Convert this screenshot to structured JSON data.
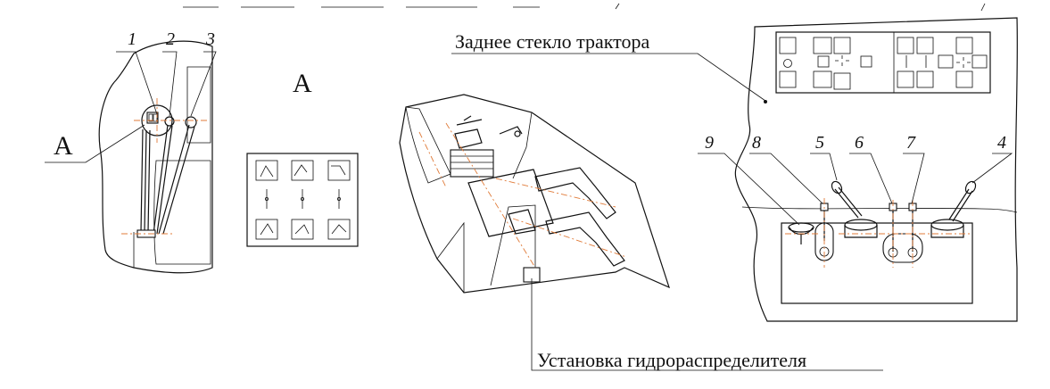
{
  "labels": {
    "view_letter_left": "A",
    "view_letter_center": "A",
    "rear_glass": "Заднее стекло трактора",
    "valve_install": "Установка гидрораспределителя"
  },
  "callouts_left": [
    "1",
    "2",
    "3"
  ],
  "callouts_right": [
    "9",
    "8",
    "5",
    "6",
    "7",
    "4"
  ]
}
